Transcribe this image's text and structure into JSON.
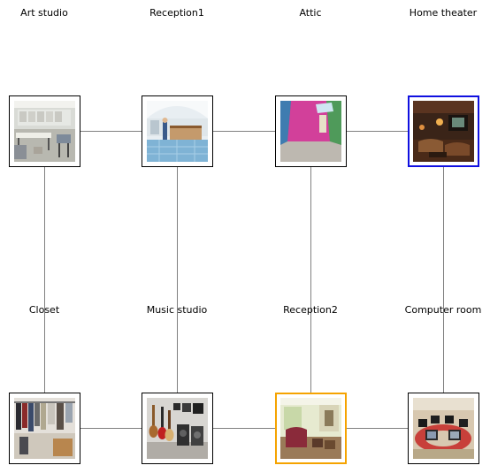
{
  "graph": {
    "rooms": [
      {
        "id": "art-studio",
        "label": "Art studio",
        "scene": "art-studio-photo",
        "highlight": "none"
      },
      {
        "id": "reception1",
        "label": "Reception1",
        "scene": "reception1-photo",
        "highlight": "none"
      },
      {
        "id": "attic",
        "label": "Attic",
        "scene": "attic-photo",
        "highlight": "none"
      },
      {
        "id": "home-theater",
        "label": "Home theater",
        "scene": "home-theater-photo",
        "highlight": "blue"
      },
      {
        "id": "closet",
        "label": "Closet",
        "scene": "closet-photo",
        "highlight": "none"
      },
      {
        "id": "music-studio",
        "label": "Music studio",
        "scene": "music-studio-photo",
        "highlight": "none"
      },
      {
        "id": "reception2",
        "label": "Reception2",
        "scene": "reception2-photo",
        "highlight": "orange"
      },
      {
        "id": "computer-room",
        "label": "Computer room",
        "scene": "computer-room-photo",
        "highlight": "none"
      }
    ],
    "edges": [
      [
        "art-studio",
        "reception1"
      ],
      [
        "reception1",
        "attic"
      ],
      [
        "attic",
        "home-theater"
      ],
      [
        "closet",
        "music-studio"
      ],
      [
        "music-studio",
        "reception2"
      ],
      [
        "reception2",
        "computer-room"
      ],
      [
        "art-studio",
        "closet"
      ],
      [
        "reception1",
        "music-studio"
      ],
      [
        "attic",
        "reception2"
      ],
      [
        "home-theater",
        "computer-room"
      ]
    ],
    "colors": {
      "edge": "#808080",
      "highlight_blue": "#1010e0",
      "highlight_orange": "#f5a300"
    }
  }
}
